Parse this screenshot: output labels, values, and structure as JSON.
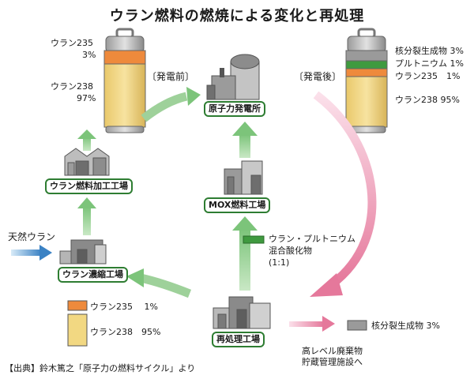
{
  "title": "ウラン燃料の燃焼による変化と再処理",
  "before_label": "〔発電前〕",
  "after_label": "〔発電後〕",
  "before_composition": {
    "u235_name": "ウラン235",
    "u235_pct": "3%",
    "u238_name": "ウラン238",
    "u238_pct": "97%"
  },
  "after_composition": {
    "items": [
      "核分裂生成物 3%",
      "プルトニウム 1%",
      "ウラン235　1%",
      "ウラン238 95%"
    ]
  },
  "facilities": {
    "power_plant": "原子力発電所",
    "fuel_fab": "ウラン燃料加工工場",
    "mox_fab": "MOX燃料工場",
    "enrichment": "ウラン濃縮工場",
    "reprocessing": "再処理工場"
  },
  "natural_uranium": "天然ウラン",
  "mox_note": [
    "ウラン・プルトニウム",
    "混合酸化物",
    "(1:1)"
  ],
  "recovered": {
    "u235": "ウラン235　 1%",
    "u238": "ウラン238　95%"
  },
  "fission_products": "核分裂生成物 3%",
  "waste": [
    "高レベル廃棄物",
    "貯蔵管理施設へ"
  ],
  "source": "【出典】鈴木篤之「原子力の燃料サイクル」より",
  "colors": {
    "uranium238": "#f2d882",
    "uranium235": "#ee8a3c",
    "plutonium": "#3f9a3f",
    "fission": "#9a9a9a",
    "box_border": "#2e7d32",
    "green_arrow": "#9ed19a",
    "pink_arrow": "#e88aa8",
    "blue_arrow": "#4a8fc8"
  }
}
